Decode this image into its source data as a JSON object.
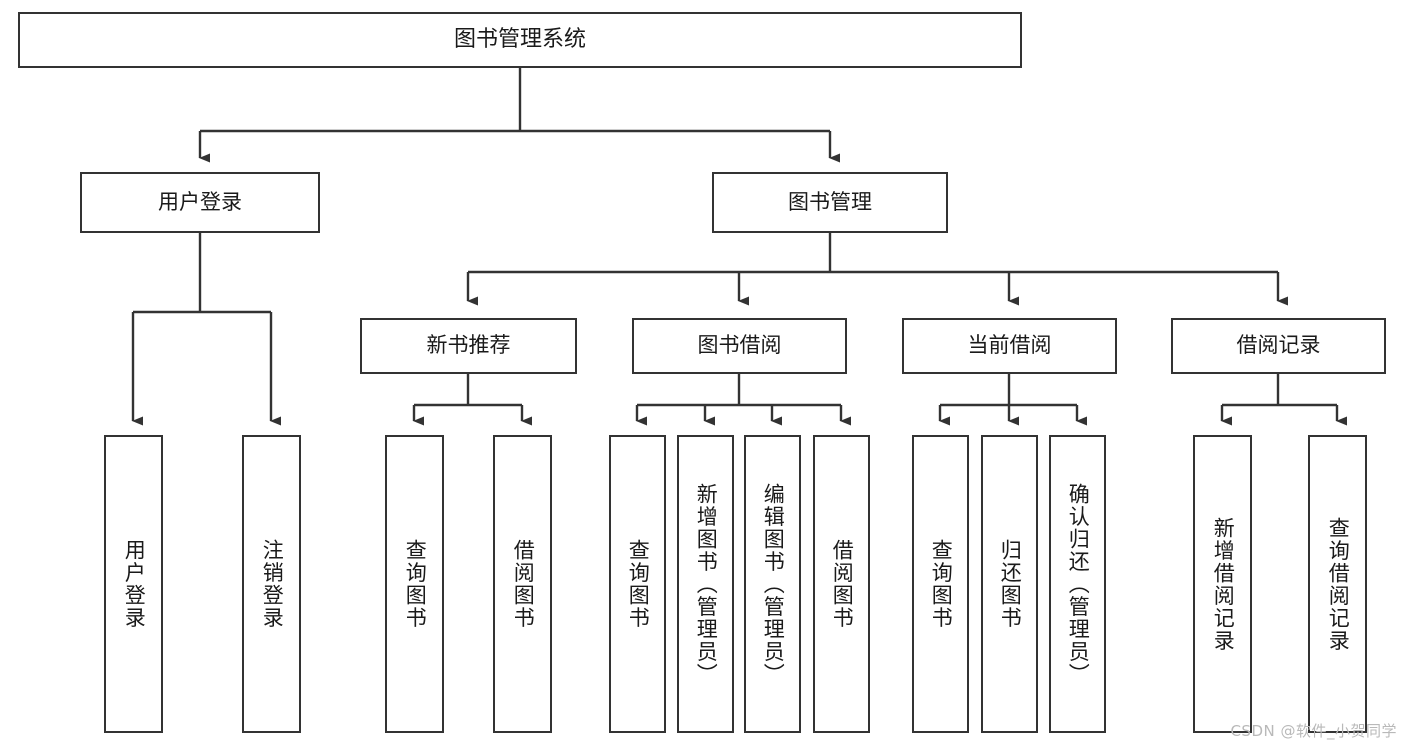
{
  "diagram": {
    "type": "tree",
    "title": "图书管理系统",
    "watermark": "CSDN @软件_小贺同学",
    "colors": {
      "stroke": "#333333",
      "fill": "#ffffff",
      "text": "#1a1a1a",
      "watermark": "#b9b9b9"
    },
    "nodes": {
      "root": {
        "label": "图书管理系统",
        "level": 1,
        "orientation": "horizontal"
      },
      "l2_1": {
        "label": "用户登录",
        "level": 2,
        "orientation": "horizontal"
      },
      "l2_2": {
        "label": "图书管理",
        "level": 2,
        "orientation": "horizontal"
      },
      "l3_1": {
        "label": "新书推荐",
        "level": 3,
        "orientation": "horizontal"
      },
      "l3_2": {
        "label": "图书借阅",
        "level": 3,
        "orientation": "horizontal"
      },
      "l3_3": {
        "label": "当前借阅",
        "level": 3,
        "orientation": "horizontal"
      },
      "l3_4": {
        "label": "借阅记录",
        "level": 3,
        "orientation": "horizontal"
      },
      "leaf_1": {
        "label": "用户登录",
        "level": 4,
        "orientation": "vertical"
      },
      "leaf_2": {
        "label": "注销登录",
        "level": 4,
        "orientation": "vertical"
      },
      "leaf_3": {
        "label": "查询图书",
        "level": 4,
        "orientation": "vertical"
      },
      "leaf_4": {
        "label": "借阅图书",
        "level": 4,
        "orientation": "vertical"
      },
      "leaf_5": {
        "label": "查询图书",
        "level": 4,
        "orientation": "vertical"
      },
      "leaf_6": {
        "label": "新增图书（管理员）",
        "level": 4,
        "orientation": "vertical"
      },
      "leaf_7": {
        "label": "编辑图书（管理员）",
        "level": 4,
        "orientation": "vertical"
      },
      "leaf_8": {
        "label": "借阅图书",
        "level": 4,
        "orientation": "vertical"
      },
      "leaf_9": {
        "label": "查询图书",
        "level": 4,
        "orientation": "vertical"
      },
      "leaf_10": {
        "label": "归还图书",
        "level": 4,
        "orientation": "vertical"
      },
      "leaf_11": {
        "label": "确认归还（管理员）",
        "level": 4,
        "orientation": "vertical"
      },
      "leaf_12": {
        "label": "新增借阅记录",
        "level": 4,
        "orientation": "vertical"
      },
      "leaf_13": {
        "label": "查询借阅记录",
        "level": 4,
        "orientation": "vertical"
      }
    },
    "edges": [
      {
        "from": "root",
        "to": "l2_1"
      },
      {
        "from": "root",
        "to": "l2_2"
      },
      {
        "from": "l2_1",
        "to": "leaf_1"
      },
      {
        "from": "l2_1",
        "to": "leaf_2"
      },
      {
        "from": "l2_2",
        "to": "l3_1"
      },
      {
        "from": "l2_2",
        "to": "l3_2"
      },
      {
        "from": "l2_2",
        "to": "l3_3"
      },
      {
        "from": "l2_2",
        "to": "l3_4"
      },
      {
        "from": "l3_1",
        "to": "leaf_3"
      },
      {
        "from": "l3_1",
        "to": "leaf_4"
      },
      {
        "from": "l3_2",
        "to": "leaf_5"
      },
      {
        "from": "l3_2",
        "to": "leaf_6"
      },
      {
        "from": "l3_2",
        "to": "leaf_7"
      },
      {
        "from": "l3_2",
        "to": "leaf_8"
      },
      {
        "from": "l3_3",
        "to": "leaf_9"
      },
      {
        "from": "l3_3",
        "to": "leaf_10"
      },
      {
        "from": "l3_3",
        "to": "leaf_11"
      },
      {
        "from": "l3_4",
        "to": "leaf_12"
      },
      {
        "from": "l3_4",
        "to": "leaf_13"
      }
    ]
  }
}
